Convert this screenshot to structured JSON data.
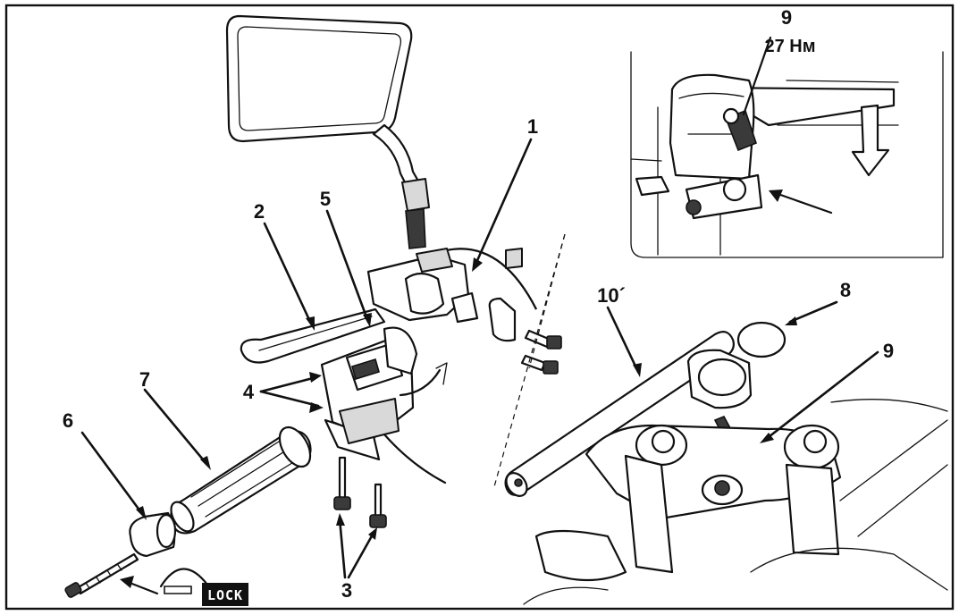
{
  "callouts": {
    "c1": "1",
    "c2": "2",
    "c3": "3",
    "c4": "4",
    "c5": "5",
    "c6": "6",
    "c7": "7",
    "c8": "8",
    "c9_inset": "9",
    "c9_main": "9",
    "c10": "10´"
  },
  "torque": "27 Нм",
  "lock_label": "LOCK",
  "colors": {
    "ink": "#111111",
    "paper": "#ffffff",
    "shade": "#d9d9d9"
  }
}
